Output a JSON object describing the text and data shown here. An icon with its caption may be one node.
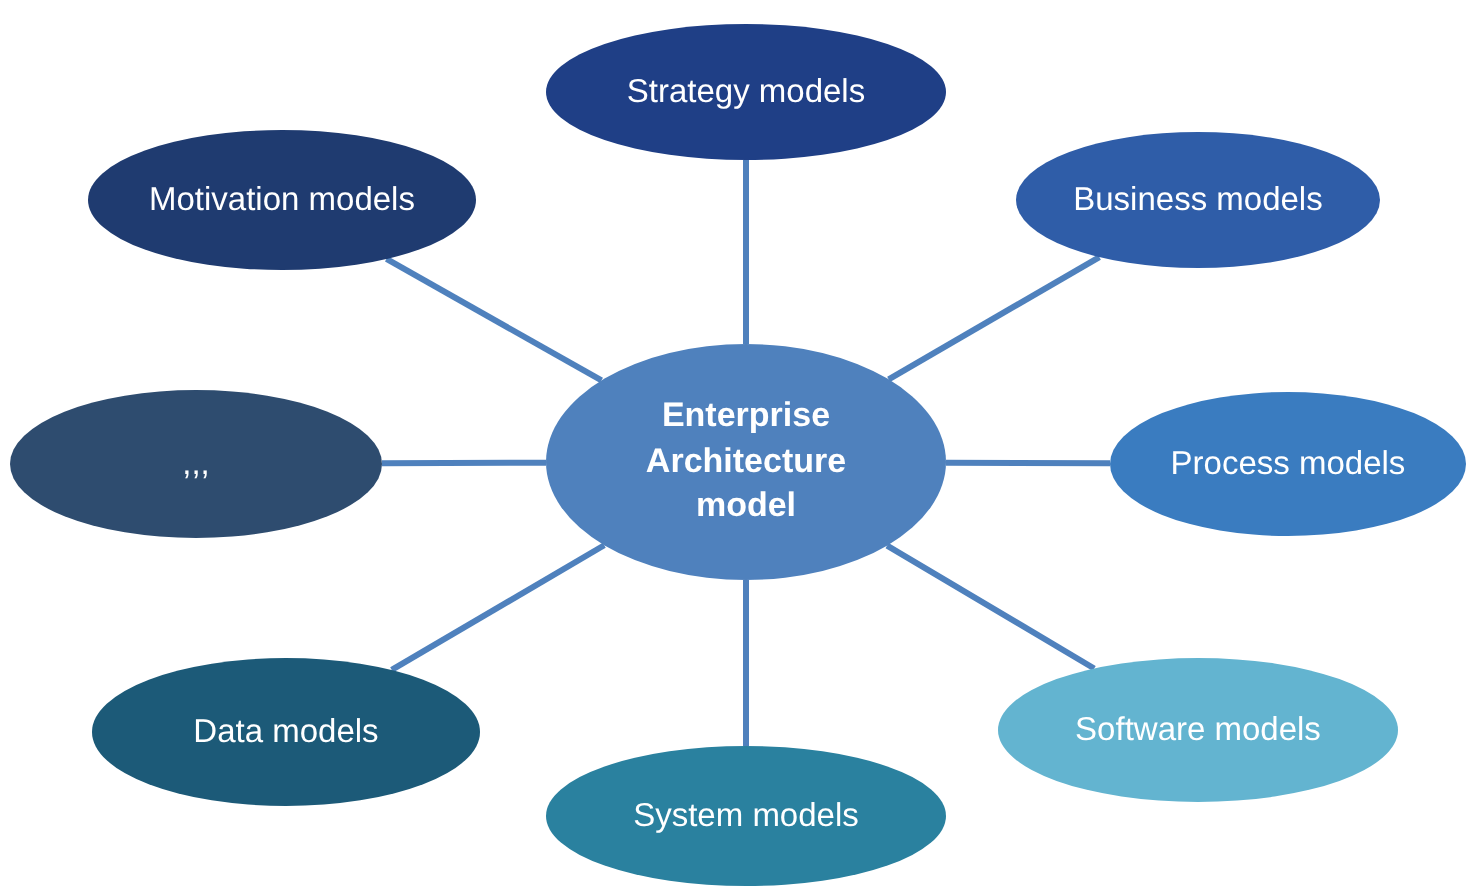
{
  "diagram": {
    "nodes": [
      {
        "text": [
          "Enterprise Architecture model"
        ]
      },
      {
        "text": [
          "Strategy models"
        ]
      },
      {
        "text": [
          "Business models"
        ]
      },
      {
        "text": [
          "Process models"
        ]
      },
      {
        "text": [
          "Software models"
        ]
      },
      {
        "text": [
          "System models"
        ]
      },
      {
        "text": [
          "Data models"
        ]
      },
      {
        "text": [
          ",,,"
        ]
      },
      {
        "text": [
          "Motivation models"
        ]
      }
    ],
    "edges": [
      {
        "from": 0,
        "to": 1,
        "arrow": "none"
      },
      {
        "from": 0,
        "to": 2,
        "arrow": "none"
      },
      {
        "from": 0,
        "to": 3,
        "arrow": "none"
      },
      {
        "from": 0,
        "to": 4,
        "arrow": "none"
      },
      {
        "from": 0,
        "to": 5,
        "arrow": "none"
      },
      {
        "from": 0,
        "to": 6,
        "arrow": "none"
      },
      {
        "from": 0,
        "to": 7,
        "arrow": "none"
      },
      {
        "from": 0,
        "to": 8,
        "arrow": "none"
      }
    ]
  }
}
